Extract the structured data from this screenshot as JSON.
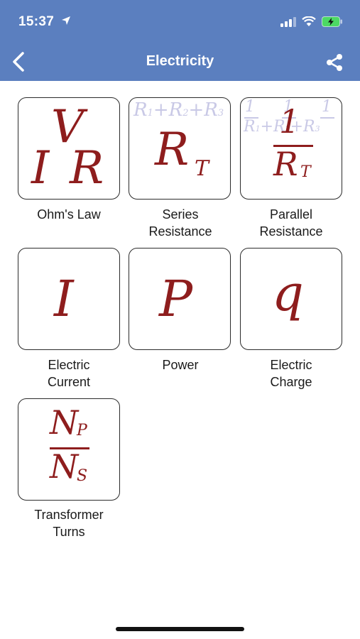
{
  "status": {
    "time": "15:37"
  },
  "nav": {
    "title": "Electricity"
  },
  "tiles": [
    {
      "label": "Ohm's Law",
      "sym": {
        "top": "V",
        "left": "I",
        "right": "R"
      }
    },
    {
      "label": "Series\nResistance",
      "sym": {
        "main": "R",
        "sub": "T",
        "faint_main": [
          "R",
          "+R",
          "+R"
        ],
        "faint_sub": [
          "1",
          "2",
          "3"
        ]
      }
    },
    {
      "label": "Parallel\nResistance",
      "sym": {
        "num": "1",
        "den": "R",
        "den_sub": "T",
        "faint_one": "1",
        "faint_r": "R",
        "faint_subs": [
          "1",
          "2",
          "3"
        ],
        "plus": "+"
      }
    },
    {
      "label": "Electric\nCurrent",
      "sym": {
        "main": "I"
      }
    },
    {
      "label": "Power",
      "sym": {
        "main": "P"
      }
    },
    {
      "label": "Electric\nCharge",
      "sym": {
        "main": "q"
      }
    },
    {
      "label": "Transformer\nTurns",
      "sym": {
        "num": "N",
        "num_sub": "P",
        "den": "N",
        "den_sub": "S"
      }
    }
  ],
  "colors": {
    "header": "#5b7fbf",
    "symbol": "#8e1d1d",
    "faint": "#c9c9e6"
  }
}
